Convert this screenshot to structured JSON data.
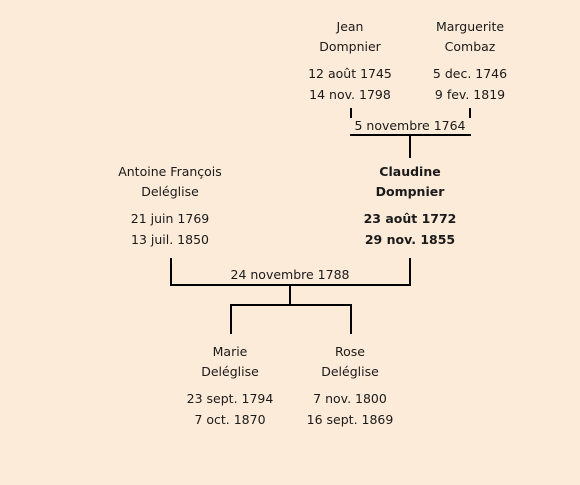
{
  "people": {
    "jean": {
      "first": "Jean",
      "last": "Dompnier",
      "birth": "12 août 1745",
      "death": "14 nov. 1798"
    },
    "marguerite": {
      "first": "Marguerite",
      "last": "Combaz",
      "birth": "5 dec. 1746",
      "death": "9 fev. 1819"
    },
    "antoine": {
      "first": "Antoine François",
      "last": "Deléglise",
      "birth": "21 juin 1769",
      "death": "13 juil. 1850"
    },
    "claudine": {
      "first": "Claudine",
      "last": "Dompnier",
      "birth": "23 août 1772",
      "death": "29 nov. 1855"
    },
    "marie": {
      "first": "Marie",
      "last": "Deléglise",
      "birth": "23 sept. 1794",
      "death": "7 oct. 1870"
    },
    "rose": {
      "first": "Rose",
      "last": "Deléglise",
      "birth": "7 nov. 1800",
      "death": "16 sept. 1869"
    }
  },
  "marriages": {
    "jean_marguerite": "5 novembre 1764",
    "antoine_claudine": "24 novembre 1788"
  }
}
